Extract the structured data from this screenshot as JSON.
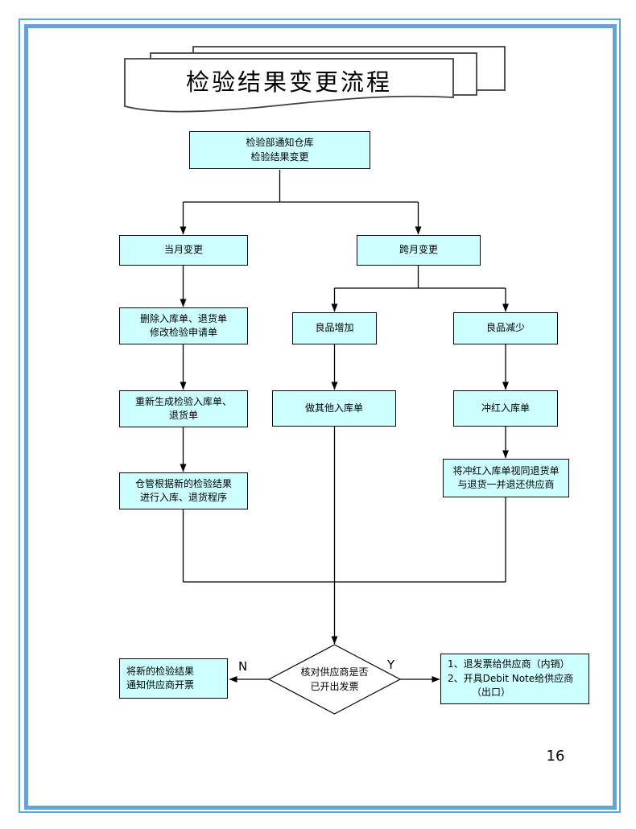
{
  "title": {
    "text": "检验结果变更流程"
  },
  "page": {
    "number": "16"
  },
  "colors": {
    "node_fill": "#CCFFFF",
    "frame_blue": "#62A3DC",
    "line_color": "#000000"
  },
  "flowchart": {
    "nodes": {
      "notify": {
        "line1": "检验部通知仓库",
        "line2": "检验结果变更"
      },
      "current_month": {
        "line1": "当月变更"
      },
      "cross_month": {
        "line1": "跨月变更"
      },
      "delete_orders": {
        "line1": "删除入库单、退货单",
        "line2": "修改检验申请单"
      },
      "regenerate": {
        "line1": "重新生成检验入库单、",
        "line2": "退货单"
      },
      "warehouse_proc": {
        "line1": "仓管根据新的检验结果",
        "line2": "进行入库、退货程序"
      },
      "good_increase": {
        "line1": "良品增加"
      },
      "good_decrease": {
        "line1": "良品减少"
      },
      "other_entry": {
        "line1": "做其他入库单"
      },
      "red_reverse": {
        "line1": "冲红入库单"
      },
      "treat_as_return": {
        "line1": "将冲红入库单视同退货单",
        "line2": "与退货一并退还供应商"
      },
      "decision": {
        "line1": "核对供应商是否",
        "line2": "已开出发票"
      },
      "notify_supplier": {
        "line1": "将新的检验结果",
        "line2": "通知供应商开票"
      },
      "invoice_actions": {
        "line1": "1、退发票给供应商（内销）",
        "line2": "2、开具Debit Note给供应商",
        "line3": "（出口）"
      }
    },
    "labels": {
      "yes": "Y",
      "no": "N"
    }
  }
}
